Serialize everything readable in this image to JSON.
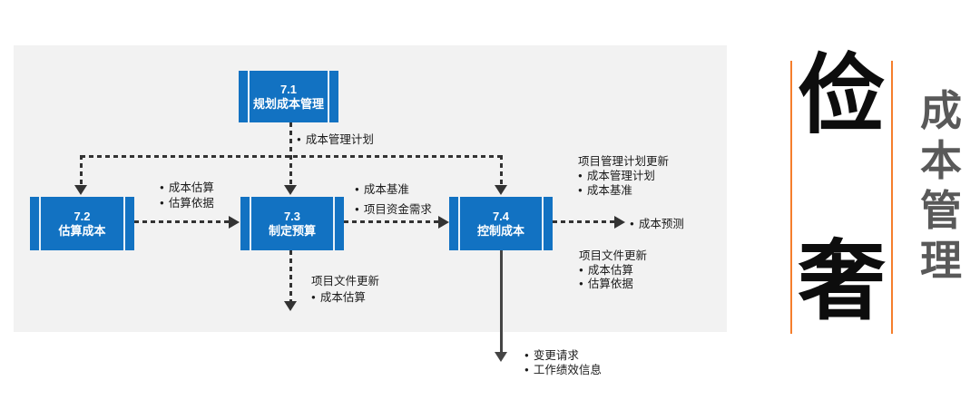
{
  "diagram": {
    "panel_bg": "#f2f2f2",
    "colors": {
      "box_blue": "#1272c2",
      "connector_dark": "#333333",
      "orange_rule": "#f57e2c",
      "side_title_gray": "#595959",
      "big_char_black": "#0d0d0d"
    },
    "boxes": [
      {
        "number": "7.1",
        "name": "规划成本管理"
      },
      {
        "number": "7.2",
        "name": "估算成本"
      },
      {
        "number": "7.3",
        "name": "制定预算"
      },
      {
        "number": "7.4",
        "name": "控制成本"
      }
    ],
    "labels": {
      "plan_output": "成本管理计划",
      "estimate_outputs": [
        "成本估算",
        "估算依据"
      ],
      "budget_outputs": [
        "成本基准",
        "项目资金需求"
      ],
      "forecast_output": "成本预测",
      "pm_plan_updates": {
        "title": "项目管理计划更新",
        "items": [
          "成本管理计划",
          "成本基准"
        ]
      },
      "doc_updates_right": {
        "title": "项目文件更新",
        "items": [
          "成本估算",
          "估算依据"
        ]
      },
      "doc_updates_budget": {
        "title": "项目文件更新",
        "items": [
          "成本估算"
        ]
      },
      "control_outputs": [
        "变更请求",
        "工作绩效信息"
      ]
    }
  },
  "sidebar": {
    "big_char_top": "俭",
    "big_char_bottom": "奢",
    "vertical_title": "成本管理"
  }
}
